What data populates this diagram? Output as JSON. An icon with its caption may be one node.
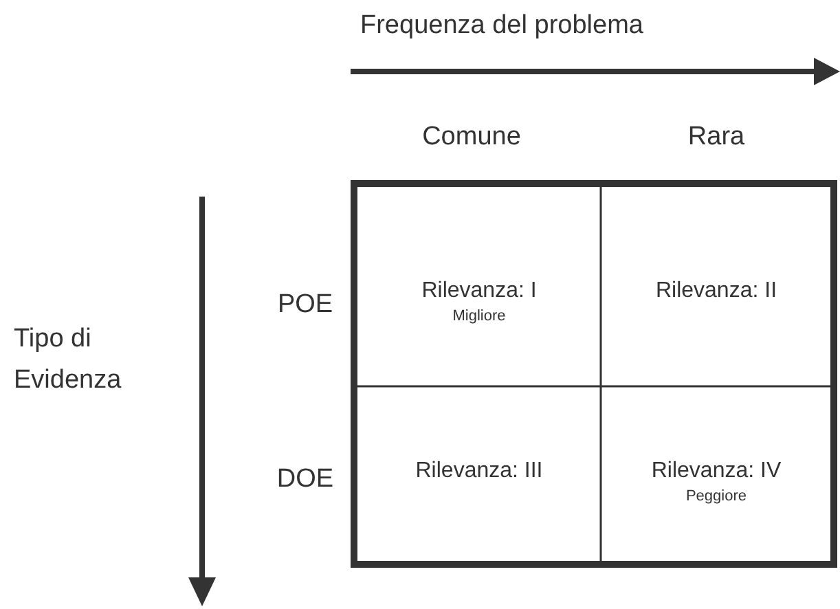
{
  "diagram": {
    "nodes": [
      {
        "text": [
          "Rilevanza: I",
          "Migliore"
        ]
      },
      {
        "text": [
          "Rilevanza: II"
        ]
      },
      {
        "text": [
          "Rilevanza: III"
        ]
      },
      {
        "text": [
          "Rilevanza: IV",
          "Peggiore"
        ]
      }
    ],
    "edges": [],
    "labels": [
      "Frequenza del problema",
      "Comune",
      "Rara",
      "Tipo di Evidenza",
      "POE",
      "DOE"
    ]
  }
}
